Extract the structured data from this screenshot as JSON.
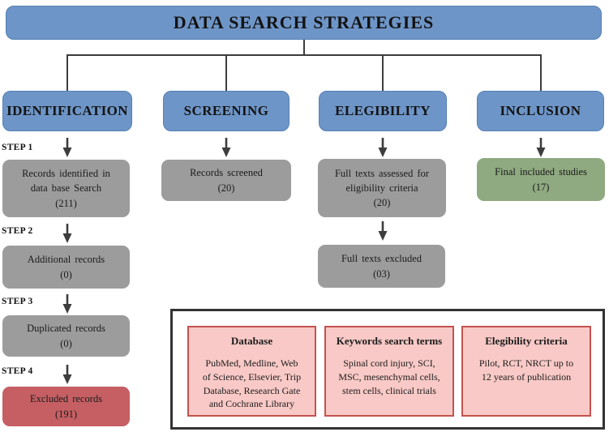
{
  "title": "DATA SEARCH STRATEGIES",
  "colors": {
    "header_blue": "#6e95c7",
    "box_gray": "#9c9c9c",
    "box_red": "#c55f63",
    "box_green": "#8fa980",
    "pink_fill": "#f8c9c6",
    "pink_border": "#c3534f",
    "connector": "#3d3d3d"
  },
  "columns": {
    "identification": {
      "header": "IDENTIFICATION",
      "steps": [
        {
          "label": "STEP 1",
          "box": "Records identified in\ndata base Search\n(211)"
        },
        {
          "label": "STEP 2",
          "box": "Additional records\n(0)"
        },
        {
          "label": "STEP 3",
          "box": "Duplicated records\n(0)"
        },
        {
          "label": "STEP 4",
          "box": "Excluded records\n(191)"
        }
      ]
    },
    "screening": {
      "header": "SCREENING",
      "box": "Records screened\n(20)"
    },
    "elegibility": {
      "header": "ELEGIBILITY",
      "box1": "Full texts assessed for\neligibility criteria\n(20)",
      "box2": "Full texts excluded\n(03)"
    },
    "inclusion": {
      "header": "INCLUSION",
      "box": "Final included studies\n(17)"
    }
  },
  "legend": {
    "boxes": [
      {
        "title": "Database",
        "body": "PubMed, Medline, Web\nof Science, Elsevier, Trip\nDatabase, Research Gate\nand Cochrane Library"
      },
      {
        "title": "Keywords search terms",
        "body": "Spinal cord injury, SCI,\nMSC, mesenchymal cells,\nstem cells, clinical trials"
      },
      {
        "title": "Elegibility criteria",
        "body": "Pilot, RCT, NRCT up to\n12 years of publication"
      }
    ]
  }
}
